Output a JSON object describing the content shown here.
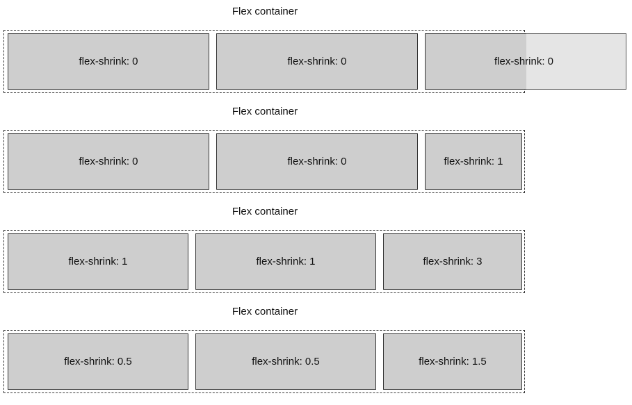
{
  "sections": [
    {
      "caption": "Flex container",
      "items": [
        "flex-shrink: 0",
        "flex-shrink: 0",
        "flex-shrink: 0"
      ]
    },
    {
      "caption": "Flex container",
      "items": [
        "flex-shrink: 0",
        "flex-shrink: 0",
        "flex-shrink: 1"
      ]
    },
    {
      "caption": "Flex container",
      "items": [
        "flex-shrink: 1",
        "flex-shrink: 1",
        "flex-shrink: 3"
      ]
    },
    {
      "caption": "Flex container",
      "items": [
        "flex-shrink: 0.5",
        "flex-shrink: 0.5",
        "flex-shrink: 1.5"
      ]
    }
  ],
  "colors": {
    "item_background": "#cecece",
    "overflow_background": "#e5e5e5",
    "border": "#333333"
  }
}
